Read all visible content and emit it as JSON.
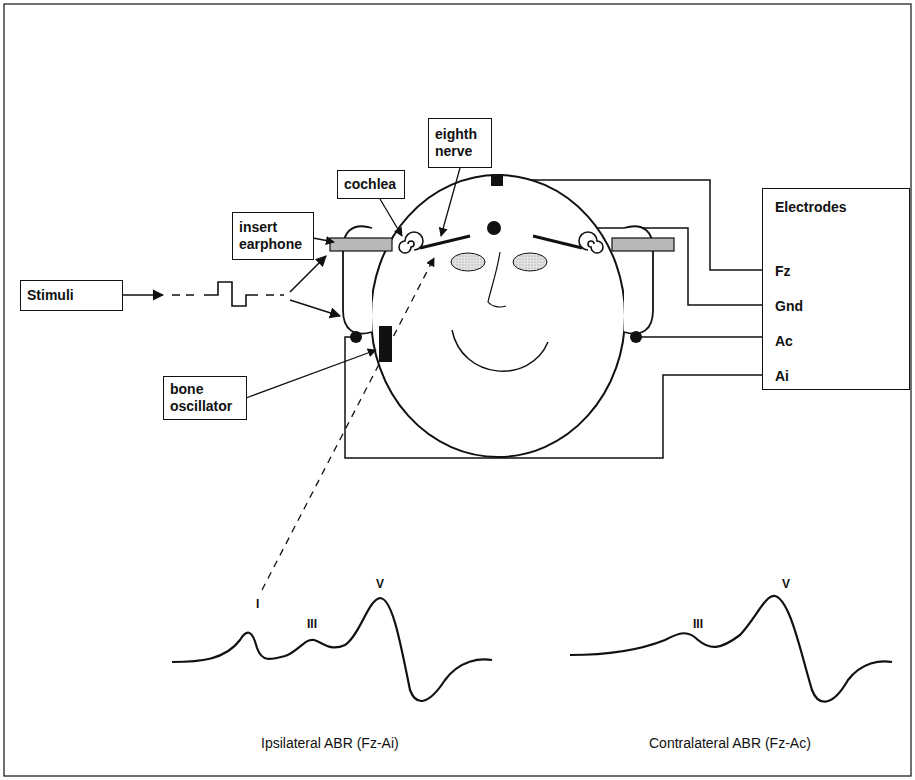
{
  "diagram": {
    "nodes": [
      {
        "text": [
          "eighth nerve"
        ]
      },
      {
        "text": [
          "cochlea"
        ]
      },
      {
        "text": [
          "insert earphone"
        ]
      },
      {
        "text": [
          "Electrodes",
          "Fz",
          "Gnd",
          "Ac",
          "Ai"
        ]
      },
      {
        "text": [
          "Stimuli"
        ]
      },
      {
        "text": [
          "bone oscillator"
        ]
      }
    ],
    "labels": [
      "I",
      "III",
      "V",
      "III",
      "V",
      "Ipsilateral ABR (Fz-Ai)",
      "Contralateral ABR (Fz-Ac)"
    ]
  }
}
